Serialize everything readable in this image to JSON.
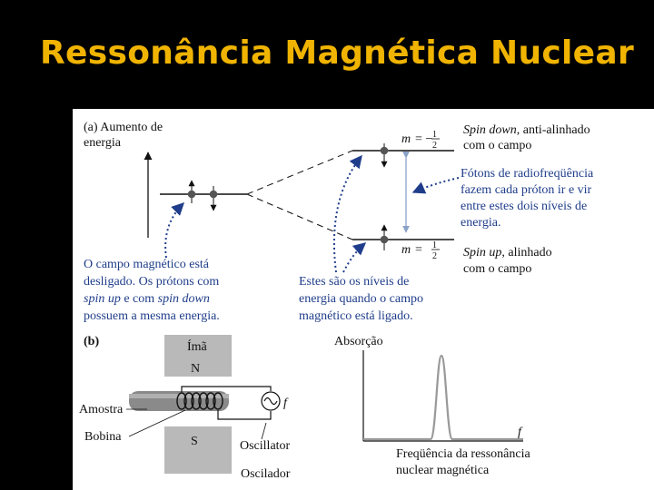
{
  "title": "Ressonância Magnética Nuclear",
  "diagram": {
    "part_a": {
      "label_line1": "(a) Aumento de",
      "label_line2": "energia",
      "m_top": "m = − 1/2",
      "m_bottom": "m = 1/2",
      "spin_down_em": "Spin down",
      "spin_down_rest": ", anti-alinhado",
      "spin_down_line2": "com o campo",
      "spin_up_em": "Spin up",
      "spin_up_rest": ", alinhado",
      "spin_up_line2": "com o campo",
      "photons": [
        "Fótons de radiofreqüência",
        "fazem cada próton ir e vir",
        "entre estes dois níveis de",
        "energia."
      ],
      "field_off": {
        "line1": "O campo magnético está",
        "line2": "desligado. Os prótons com",
        "line3_em1": "spin up",
        "line3_mid": " e com ",
        "line3_em2": "spin down",
        "line4": "possuem a mesma energia."
      },
      "field_on": [
        "Estes são os níveis de",
        "energia quando o campo",
        "magnético está ligado."
      ]
    },
    "part_b": {
      "label": "(b)",
      "magnet": "Ímã",
      "north": "N",
      "south": "S",
      "sample": "Amostra",
      "coil": "Bobina",
      "oscillator_en": "Oscillator",
      "oscillator_pt": "Oscilador",
      "f_symbol": "f",
      "absorption": "Absorção",
      "xaxis_line1": "Freqüência da ressonância",
      "xaxis_line2": "nuclear magnética",
      "x_f": "f"
    }
  }
}
